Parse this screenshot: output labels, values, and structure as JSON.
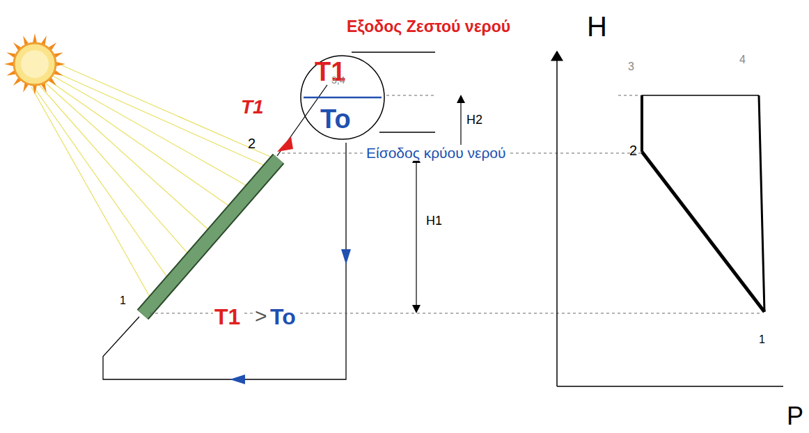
{
  "diagram": {
    "nodes": [
      {
        "text": [
          "T1",
          "3,4",
          "To"
        ]
      }
    ],
    "labels": [
      "Εξοδος Ζεστού νερού",
      "H",
      "3",
      "4",
      "T1",
      "2",
      "H2",
      "Είσοδος κρύου νερού",
      "H1",
      "2",
      "1",
      "T1",
      ">",
      "To",
      "1",
      "P"
    ]
  }
}
